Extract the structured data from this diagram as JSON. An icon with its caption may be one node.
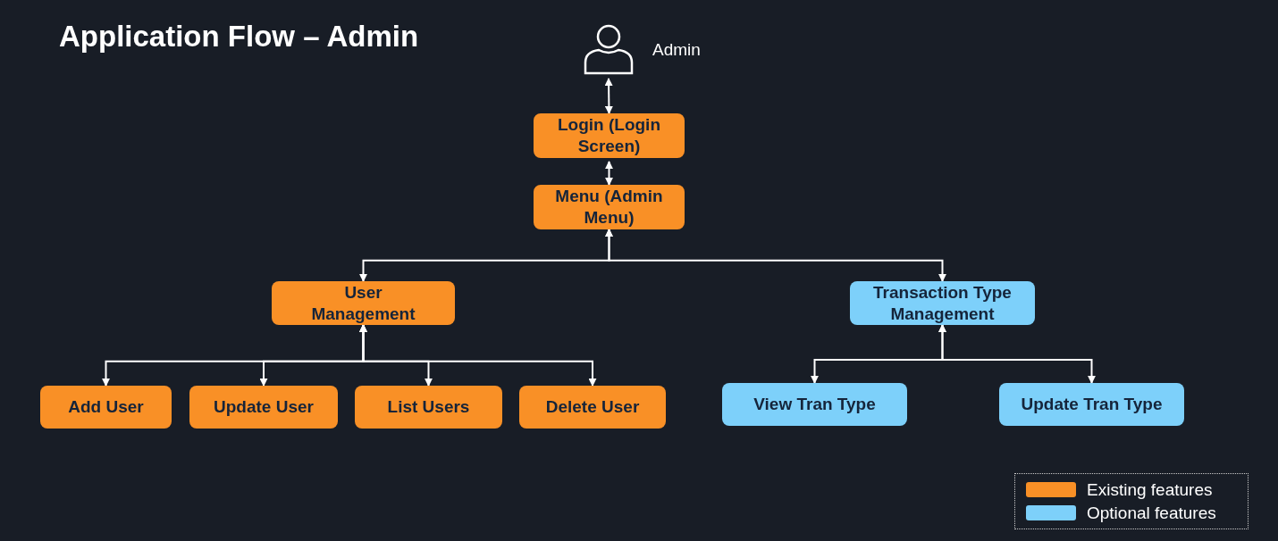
{
  "diagram": {
    "title": "Application Flow – Admin",
    "nodes": [
      {
        "text": [],
        "shape": "person",
        "beside": [
          "Admin"
        ]
      },
      {
        "text": [
          "Login (Login Screen)"
        ]
      },
      {
        "text": [
          "Menu (Admin Menu)"
        ]
      },
      {
        "text": [
          "User Management"
        ]
      },
      {
        "text": [
          "Transaction Type Management"
        ]
      },
      {
        "text": [
          "Add User"
        ]
      },
      {
        "text": [
          "Update User"
        ]
      },
      {
        "text": [
          "List Users"
        ]
      },
      {
        "text": [
          "Delete User"
        ]
      },
      {
        "text": [
          "View Tran Type"
        ]
      },
      {
        "text": [
          "Update Tran Type"
        ]
      }
    ],
    "edges": [
      {
        "from": 0,
        "to": 1,
        "arrow": "both"
      },
      {
        "from": 1,
        "to": 2,
        "arrow": "both"
      },
      {
        "from": 2,
        "to": 3,
        "arrow": "both"
      },
      {
        "from": 2,
        "to": 4,
        "arrow": "both"
      },
      {
        "from": 3,
        "to": 5,
        "arrow": "both"
      },
      {
        "from": 3,
        "to": 6,
        "arrow": "both"
      },
      {
        "from": 3,
        "to": 7,
        "arrow": "both"
      },
      {
        "from": 3,
        "to": 8,
        "arrow": "both"
      },
      {
        "from": 4,
        "to": 9,
        "arrow": "both"
      },
      {
        "from": 4,
        "to": 10,
        "arrow": "both"
      }
    ],
    "legend": [
      {
        "text": "Existing features",
        "color": "#f99026"
      },
      {
        "text": "Optional features",
        "color": "#7dd0fa"
      }
    ]
  }
}
